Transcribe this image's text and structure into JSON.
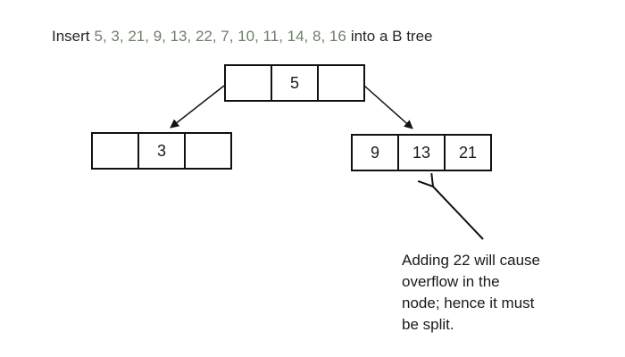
{
  "title": {
    "prefix": "Insert",
    "numbers": "5, 3, 21, 9, 13, 22, 7, 10, 11, 14, 8, 16",
    "suffix": "into a B tree"
  },
  "tree": {
    "root": {
      "cells": [
        "",
        "5",
        ""
      ]
    },
    "left_child": {
      "cells": [
        "",
        "3",
        ""
      ]
    },
    "right_child": {
      "cells": [
        "9",
        "13",
        "21"
      ]
    }
  },
  "annotation": {
    "lines": [
      "Adding 22 will cause",
      "overflow in the",
      "node; hence it must",
      "be split."
    ]
  },
  "colors": {
    "numbers_green": "#6e7f6a",
    "text": "#262626",
    "node_border": "#111111",
    "background": "#ffffff"
  }
}
